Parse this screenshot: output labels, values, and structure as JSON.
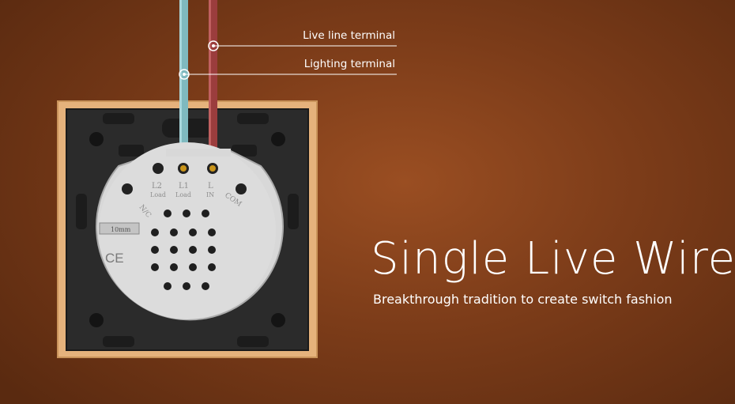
{
  "callouts": {
    "live_line": "Live line terminal",
    "lighting": "Lighting terminal"
  },
  "headline": "Single Live Wire",
  "tagline": "Breakthrough tradition to create switch fashion",
  "module_markings": {
    "terminals": [
      {
        "code": "L2",
        "sub": "Load"
      },
      {
        "code": "L1",
        "sub": "Load"
      },
      {
        "code": "L",
        "sub": "IN"
      }
    ],
    "nc": "N/C",
    "com": "COM",
    "strip_length": "10mm",
    "certification": "CE"
  },
  "colors": {
    "background": "#7c3c19",
    "frame": "#e7b57f",
    "plate": "#2c2c2c",
    "module": "#d7d7d7",
    "wire_blue": "#7fb9bf",
    "wire_red": "#9b3d3d"
  }
}
